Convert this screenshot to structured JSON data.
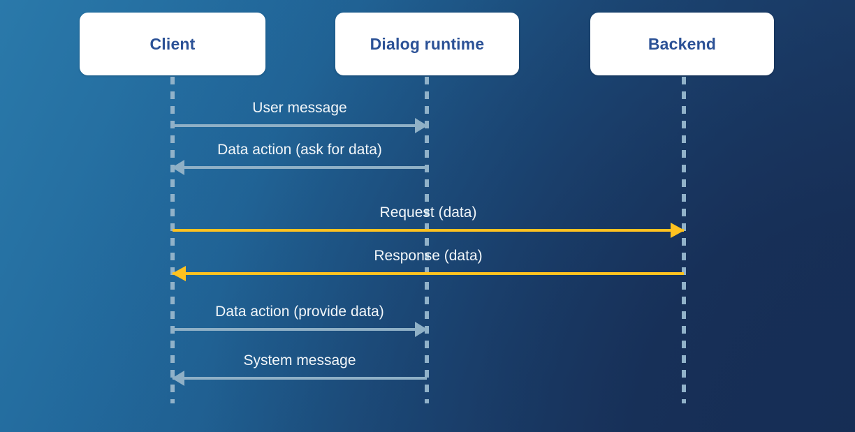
{
  "diagram": {
    "title": "Dialog runtime data action sequence",
    "background": {
      "gradient_from": "#2a79aa",
      "gradient_to": "#1b3458"
    },
    "participants": [
      {
        "id": "client",
        "label": "Client",
        "box_color": "#ffffff",
        "text_color": "#2b5196"
      },
      {
        "id": "dialog",
        "label": "Dialog runtime",
        "box_color": "#ffffff",
        "text_color": "#2b5196"
      },
      {
        "id": "backend",
        "label": "Backend",
        "box_color": "#ffffff",
        "text_color": "#2b5196"
      }
    ],
    "messages": [
      {
        "id": "user-message",
        "label": "User message",
        "from": "client",
        "to": "dialog",
        "direction": "right",
        "color": "#8fb0c6"
      },
      {
        "id": "data-action-ask",
        "label": "Data action (ask for data)",
        "from": "dialog",
        "to": "client",
        "direction": "left",
        "color": "#8fb0c6"
      },
      {
        "id": "request-data",
        "label": "Request (data)",
        "from": "client",
        "to": "backend",
        "direction": "right",
        "color": "#ffc220"
      },
      {
        "id": "response-data",
        "label": "Response (data)",
        "from": "backend",
        "to": "client",
        "direction": "left",
        "color": "#ffc220"
      },
      {
        "id": "data-action-provide",
        "label": "Data action (provide data)",
        "from": "client",
        "to": "dialog",
        "direction": "right",
        "color": "#8fb0c6"
      },
      {
        "id": "system-message",
        "label": "System message",
        "from": "dialog",
        "to": "client",
        "direction": "left",
        "color": "#8fb0c6"
      }
    ]
  }
}
